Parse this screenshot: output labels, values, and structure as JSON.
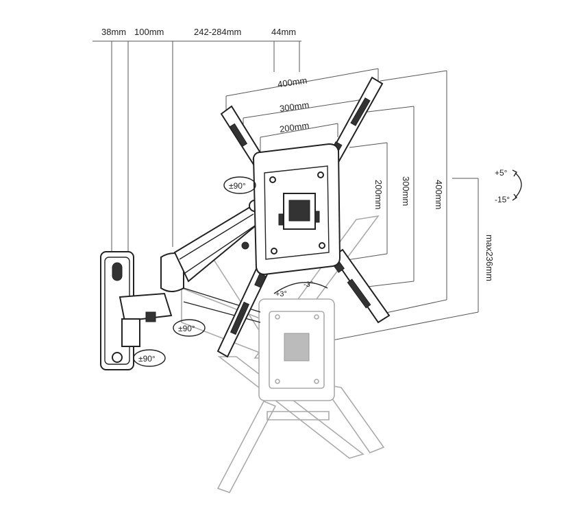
{
  "dimensions_top": {
    "d1": "38mm",
    "d2": "100mm",
    "d3": "242-284mm",
    "d4": "44mm"
  },
  "vesa": {
    "w400": "400mm",
    "w300": "300mm",
    "w200": "200mm",
    "h200": "200mm",
    "h300": "300mm",
    "h400": "400mm"
  },
  "height_label": "max236mm",
  "tilt": {
    "up": "+5°",
    "down": "-15°"
  },
  "swivel": {
    "plate": "±90°",
    "arm": "±90°",
    "wall": "±90°"
  },
  "level": {
    "plus": "+3°",
    "minus": "-3°"
  },
  "colors": {
    "line": "#222222",
    "ghost": "#aaaaaa",
    "background": "#ffffff"
  }
}
